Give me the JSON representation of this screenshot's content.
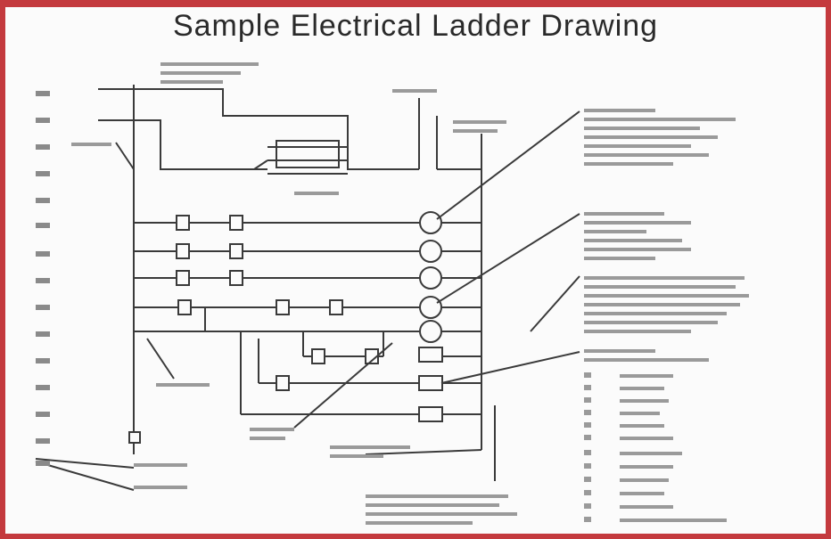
{
  "diagram": {
    "title": "Sample Electrical Ladder Drawing",
    "colors": {
      "frame": "#c43a3e",
      "ink": "#3a3a3a",
      "background": "#fbfbfb"
    },
    "rung_count": 15,
    "legend_blocks": 4
  }
}
